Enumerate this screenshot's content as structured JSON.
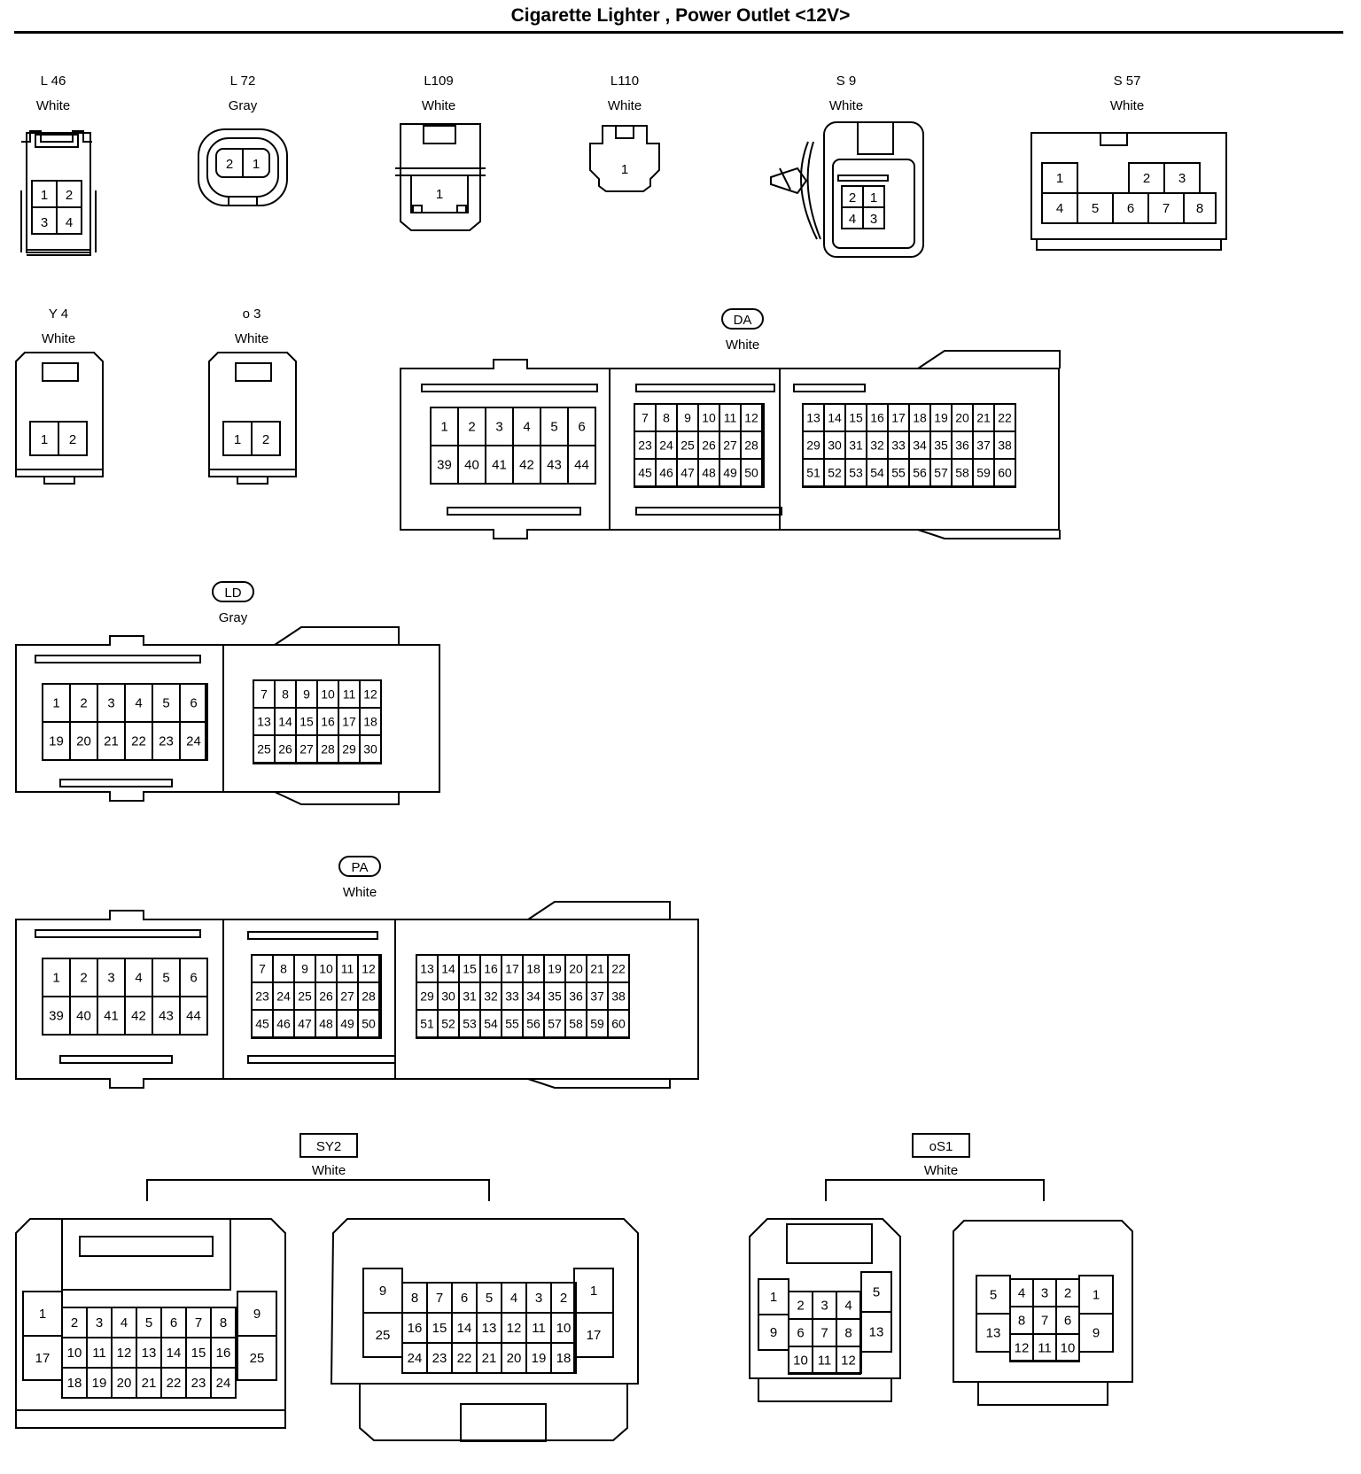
{
  "title": "Cigarette Lighter , Power Outlet <12V>",
  "connectors": {
    "L46": {
      "id": "L 46",
      "color": "White",
      "pins": [
        "1",
        "2",
        "3",
        "4"
      ]
    },
    "L72": {
      "id": "L 72",
      "color": "Gray",
      "pins": [
        "2",
        "1"
      ]
    },
    "L109": {
      "id": "L109",
      "color": "White",
      "pins": [
        "1"
      ]
    },
    "L110": {
      "id": "L110",
      "color": "White",
      "pins": [
        "1"
      ]
    },
    "S9": {
      "id": "S 9",
      "color": "White",
      "pins": [
        "2",
        "1",
        "4",
        "3"
      ]
    },
    "S57": {
      "id": "S 57",
      "color": "White",
      "pins": [
        "1",
        "2",
        "3",
        "4",
        "5",
        "6",
        "7",
        "8"
      ]
    },
    "Y4": {
      "id": "Y 4",
      "color": "White",
      "pins": [
        "1",
        "2"
      ]
    },
    "o3": {
      "id": "o 3",
      "color": "White",
      "pins": [
        "1",
        "2"
      ]
    },
    "DA": {
      "id": "DA",
      "color": "White",
      "left_rows": [
        [
          "1",
          "2",
          "3",
          "4",
          "5",
          "6"
        ],
        [
          "39",
          "40",
          "41",
          "42",
          "43",
          "44"
        ]
      ],
      "mid_rows": [
        [
          "7",
          "8",
          "9",
          "10",
          "11",
          "12"
        ],
        [
          "23",
          "24",
          "25",
          "26",
          "27",
          "28"
        ],
        [
          "45",
          "46",
          "47",
          "48",
          "49",
          "50"
        ]
      ],
      "right_rows": [
        [
          "13",
          "14",
          "15",
          "16",
          "17",
          "18",
          "19",
          "20",
          "21",
          "22"
        ],
        [
          "29",
          "30",
          "31",
          "32",
          "33",
          "34",
          "35",
          "36",
          "37",
          "38"
        ],
        [
          "51",
          "52",
          "53",
          "54",
          "55",
          "56",
          "57",
          "58",
          "59",
          "60"
        ]
      ]
    },
    "LD": {
      "id": "LD",
      "color": "Gray",
      "left_rows": [
        [
          "1",
          "2",
          "3",
          "4",
          "5",
          "6"
        ],
        [
          "19",
          "20",
          "21",
          "22",
          "23",
          "24"
        ]
      ],
      "mid_rows": [
        [
          "7",
          "8",
          "9",
          "10",
          "11",
          "12"
        ],
        [
          "13",
          "14",
          "15",
          "16",
          "17",
          "18"
        ],
        [
          "25",
          "26",
          "27",
          "28",
          "29",
          "30"
        ]
      ]
    },
    "PA": {
      "id": "PA",
      "color": "White",
      "left_rows": [
        [
          "1",
          "2",
          "3",
          "4",
          "5",
          "6"
        ],
        [
          "39",
          "40",
          "41",
          "42",
          "43",
          "44"
        ]
      ],
      "mid_rows": [
        [
          "7",
          "8",
          "9",
          "10",
          "11",
          "12"
        ],
        [
          "23",
          "24",
          "25",
          "26",
          "27",
          "28"
        ],
        [
          "45",
          "46",
          "47",
          "48",
          "49",
          "50"
        ]
      ],
      "right_rows": [
        [
          "13",
          "14",
          "15",
          "16",
          "17",
          "18",
          "19",
          "20",
          "21",
          "22"
        ],
        [
          "29",
          "30",
          "31",
          "32",
          "33",
          "34",
          "35",
          "36",
          "37",
          "38"
        ],
        [
          "51",
          "52",
          "53",
          "54",
          "55",
          "56",
          "57",
          "58",
          "59",
          "60"
        ]
      ]
    },
    "SY2": {
      "id": "SY2",
      "color": "White",
      "a_left": [
        "1",
        "17"
      ],
      "a_right": [
        "9",
        "25"
      ],
      "a_rows": [
        [
          "2",
          "3",
          "4",
          "5",
          "6",
          "7",
          "8"
        ],
        [
          "10",
          "11",
          "12",
          "13",
          "14",
          "15",
          "16"
        ],
        [
          "18",
          "19",
          "20",
          "21",
          "22",
          "23",
          "24"
        ]
      ],
      "b_left": [
        "9",
        "25"
      ],
      "b_right": [
        "1",
        "17"
      ],
      "b_rows": [
        [
          "8",
          "7",
          "6",
          "5",
          "4",
          "3",
          "2"
        ],
        [
          "16",
          "15",
          "14",
          "13",
          "12",
          "11",
          "10"
        ],
        [
          "24",
          "23",
          "22",
          "21",
          "20",
          "19",
          "18"
        ]
      ]
    },
    "oS1": {
      "id": "oS1",
      "color": "White",
      "a_left": [
        "1",
        "9"
      ],
      "a_right": [
        "5",
        "13"
      ],
      "a_rows": [
        [
          "2",
          "3",
          "4"
        ],
        [
          "6",
          "7",
          "8"
        ],
        [
          "10",
          "11",
          "12"
        ]
      ],
      "b_left": [
        "5",
        "13"
      ],
      "b_right": [
        "1",
        "9"
      ],
      "b_rows": [
        [
          "4",
          "3",
          "2"
        ],
        [
          "8",
          "7",
          "6"
        ],
        [
          "12",
          "11",
          "10"
        ]
      ]
    }
  }
}
